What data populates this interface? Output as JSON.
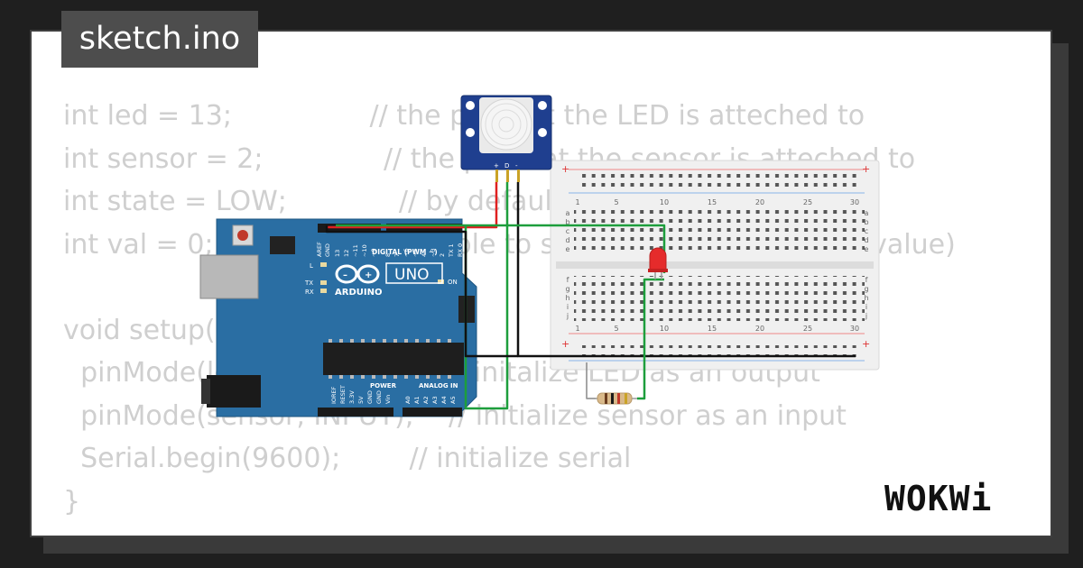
{
  "tab": {
    "title": "sketch.ino"
  },
  "code": {
    "lines": [
      "int led = 13;                // the pin that the LED is atteched to",
      "int sensor = 2;              // the pin that the sensor is atteched to",
      "int state = LOW;             // by default, no motion detected",
      "int val = 0;                 // variable to store the sensor status (value)",
      "",
      "void setup() {",
      "  pinMode(led, OUTPUT);      // initalize LED as an output",
      "  pinMode(sensor, INPUT);    // initialize sensor as an input",
      "  Serial.begin(9600);        // initialize serial",
      "}"
    ]
  },
  "arduino": {
    "brand": "ARDUINO",
    "model": "UNO",
    "digital_header": "DIGITAL (PWM ~)",
    "analog_header": "ANALOG IN",
    "power_header": "POWER",
    "on_label": "ON",
    "l_label": "L",
    "tx_label": "TX",
    "rx_label": "RX",
    "top_pins": [
      "AREF",
      "GND",
      "13",
      "12",
      "~11",
      "~10",
      "~9",
      "8",
      "7",
      "~6",
      "~5",
      "4",
      "~3",
      "2",
      "TX 1",
      "RX 0"
    ],
    "power_pins": [
      "IOREF",
      "RESET",
      "3.3V",
      "5V",
      "GND",
      "GND",
      "Vin"
    ],
    "analog_pins": [
      "A0",
      "A1",
      "A2",
      "A3",
      "A4",
      "A5"
    ]
  },
  "pir": {
    "pin_labels": [
      "+",
      "D",
      "-"
    ]
  },
  "breadboard": {
    "column_numbers": [
      "1",
      "5",
      "10",
      "15",
      "20",
      "25",
      "30"
    ],
    "rows_top": [
      "a",
      "b",
      "c",
      "d",
      "e"
    ],
    "rows_bottom": [
      "f",
      "g",
      "h",
      "i",
      "j"
    ]
  },
  "logo": {
    "text": "WOKWi"
  },
  "colors": {
    "board": "#2a6ea3",
    "wire_green": "#1d9e3c",
    "wire_red": "#e02020",
    "wire_black": "#111111",
    "led": "#e52b2b",
    "pir_body": "#1f3f8f"
  }
}
